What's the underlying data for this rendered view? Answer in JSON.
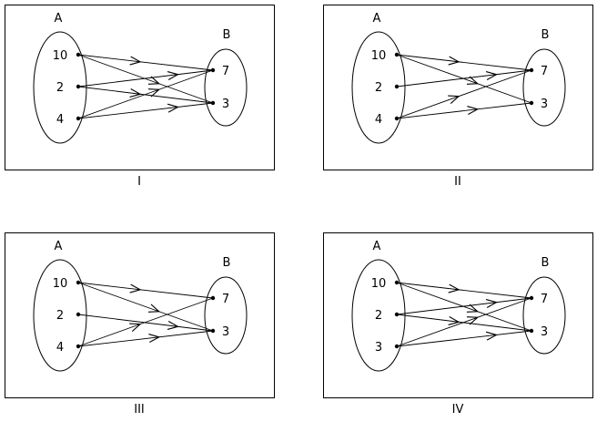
{
  "panels": [
    {
      "caption": "I",
      "set_a_label": "A",
      "set_b_label": "B",
      "domain": [
        "10",
        "2",
        "4"
      ],
      "codomain": [
        "7",
        "3"
      ],
      "arrows": [
        [
          "10",
          "7"
        ],
        [
          "10",
          "3"
        ],
        [
          "2",
          "7"
        ],
        [
          "2",
          "3"
        ],
        [
          "4",
          "7"
        ],
        [
          "4",
          "3"
        ]
      ]
    },
    {
      "caption": "II",
      "set_a_label": "A",
      "set_b_label": "B",
      "domain": [
        "10",
        "2",
        "4"
      ],
      "codomain": [
        "7",
        "3"
      ],
      "arrows": [
        [
          "10",
          "7"
        ],
        [
          "10",
          "3"
        ],
        [
          "2",
          "7"
        ],
        [
          "4",
          "7"
        ],
        [
          "4",
          "3"
        ]
      ]
    },
    {
      "caption": "III",
      "set_a_label": "A",
      "set_b_label": "B",
      "domain": [
        "10",
        "2",
        "4"
      ],
      "codomain": [
        "7",
        "3"
      ],
      "arrows": [
        [
          "10",
          "7"
        ],
        [
          "10",
          "3"
        ],
        [
          "2",
          "3"
        ],
        [
          "4",
          "7"
        ],
        [
          "4",
          "3"
        ]
      ]
    },
    {
      "caption": "IV",
      "set_a_label": "A",
      "set_b_label": "B",
      "domain": [
        "10",
        "2",
        "3"
      ],
      "codomain": [
        "7",
        "3"
      ],
      "arrows": [
        [
          "10",
          "7"
        ],
        [
          "10",
          "3"
        ],
        [
          "2",
          "7"
        ],
        [
          "2",
          "3"
        ],
        [
          "3",
          "7"
        ],
        [
          "3",
          "3"
        ]
      ]
    }
  ]
}
